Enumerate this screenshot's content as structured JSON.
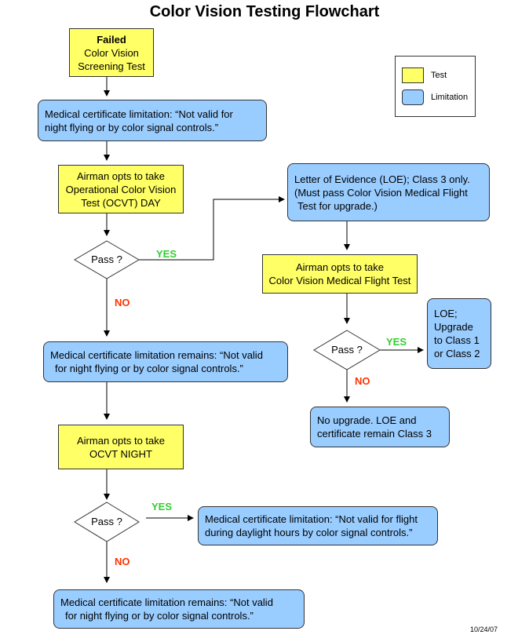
{
  "title": "Color Vision Testing Flowchart",
  "legend": {
    "test": "Test",
    "limitation": "Limitation"
  },
  "nodes": {
    "failed": {
      "bold": "Failed",
      "lines": [
        "Color Vision",
        "Screening Test"
      ]
    },
    "lim1": {
      "lines": [
        "Medical certificate limitation: “Not valid for",
        "night flying or by color signal controls.”"
      ]
    },
    "ocvt_day": {
      "lines": [
        "Airman opts to take",
        "Operational Color Vision",
        "Test (OCVT) DAY"
      ]
    },
    "pass1": "Pass ?",
    "loe": {
      "lines": [
        "Letter of Evidence (LOE); Class 3 only.",
        "(Must pass Color Vision Medical Flight",
        "Test for upgrade.)"
      ]
    },
    "medflight": {
      "lines": [
        "Airman opts to take",
        "Color Vision Medical Flight Test"
      ]
    },
    "pass2": "Pass ?",
    "upgrade": {
      "lines": [
        "LOE;",
        "Upgrade",
        "to Class 1",
        "or Class 2"
      ]
    },
    "noupgrade": {
      "lines": [
        "No upgrade. LOE and",
        "certificate remain Class 3"
      ]
    },
    "lim2": {
      "lines": [
        "Medical certificate limitation remains: “Not  valid",
        "for night flying or by color signal controls.”"
      ]
    },
    "ocvt_night": {
      "lines": [
        "Airman opts to take",
        "OCVT NIGHT"
      ]
    },
    "pass3": "Pass ?",
    "lim_day": {
      "lines": [
        "Medical certificate limitation: “Not valid for flight",
        "during daylight hours by color signal controls.”"
      ]
    },
    "lim3": {
      "lines": [
        "Medical certificate limitation remains: “Not  valid",
        "for night flying or by color signal controls.”"
      ]
    }
  },
  "edge_labels": {
    "yes": "YES",
    "no": "NO"
  },
  "date": "10/24/07"
}
